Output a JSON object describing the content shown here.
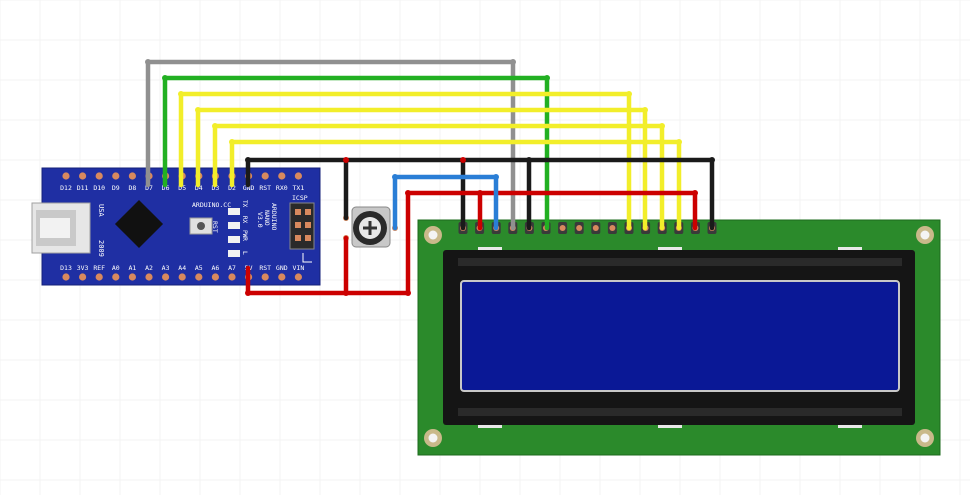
{
  "colors": {
    "background": "#ffffff",
    "grid": "#f3f3f3",
    "wire_gray": "#909090",
    "wire_green": "#22b022",
    "wire_yellow": "#f2ee2a",
    "wire_black": "#1a1a1a",
    "wire_red": "#cc0000",
    "wire_blue": "#2a7ed6",
    "nano_board": "#1f2fa3",
    "nano_chip": "#111111",
    "header_pin": "#d8895e",
    "lcd_pcb": "#2b8a2b",
    "lcd_bezel": "#151515",
    "lcd_screen": "#0a1896",
    "lcd_screen_border": "#c8c8c8"
  },
  "nano": {
    "top_pins": [
      "D12",
      "D11",
      "D10",
      "D9",
      "D8",
      "D7",
      "D6",
      "D5",
      "D4",
      "D3",
      "D2",
      "GND",
      "RST",
      "RX0",
      "TX1"
    ],
    "bottom_pins": [
      "D13",
      "3V3",
      "REF",
      "A0",
      "A1",
      "A2",
      "A3",
      "A4",
      "A5",
      "A6",
      "A7",
      "5V",
      "RST",
      "GND",
      "VIN"
    ],
    "usa_label": "USA",
    "year_label": "2009",
    "brand_label": "ARDUINO.CC",
    "rst_label": "RST",
    "tx_label": "TX",
    "rx_label": "RX",
    "pwr_label": "PWR",
    "l_label": "L",
    "model_label_1": "ARDUINO",
    "model_label_2": "NANO",
    "model_label_3": "V3.0",
    "icsp_label": "ICSP"
  },
  "lcd": {
    "pin_count": 16
  }
}
